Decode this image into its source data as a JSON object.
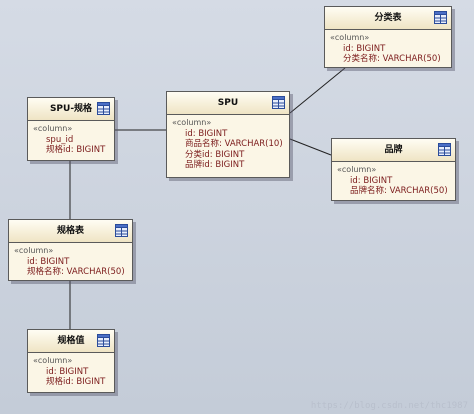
{
  "entities": {
    "category": {
      "title": "分类表",
      "stereotype": "«column»",
      "columns": [
        "id: BIGINT",
        "分类名称: VARCHAR(50)"
      ]
    },
    "spu": {
      "title": "SPU",
      "stereotype": "«column»",
      "columns": [
        "id: BIGINT",
        "商品名称: VARCHAR(10)",
        "分类id: BIGINT",
        "品牌id: BIGINT"
      ]
    },
    "spu_spec": {
      "title": "SPU-规格",
      "stereotype": "«column»",
      "columns": [
        "spu_id",
        "规格id: BIGINT"
      ]
    },
    "brand": {
      "title": "品牌",
      "stereotype": "«column»",
      "columns": [
        "id: BIGINT",
        "品牌名称: VARCHAR(50)"
      ]
    },
    "spec": {
      "title": "规格表",
      "stereotype": "«column»",
      "columns": [
        "id: BIGINT",
        "规格名称: VARCHAR(50)"
      ]
    },
    "spec_value": {
      "title": "规格值",
      "stereotype": "«column»",
      "columns": [
        "id: BIGINT",
        "规格id: BIGINT"
      ]
    }
  },
  "watermark": "https://blog.csdn.net/thc1987",
  "colors": {
    "canvas": "#c9d0db",
    "entity_fill": "#fbf6e6",
    "column_text": "#7b1b1b",
    "border": "#5a5a5a"
  },
  "icons": [
    "table-icon"
  ]
}
